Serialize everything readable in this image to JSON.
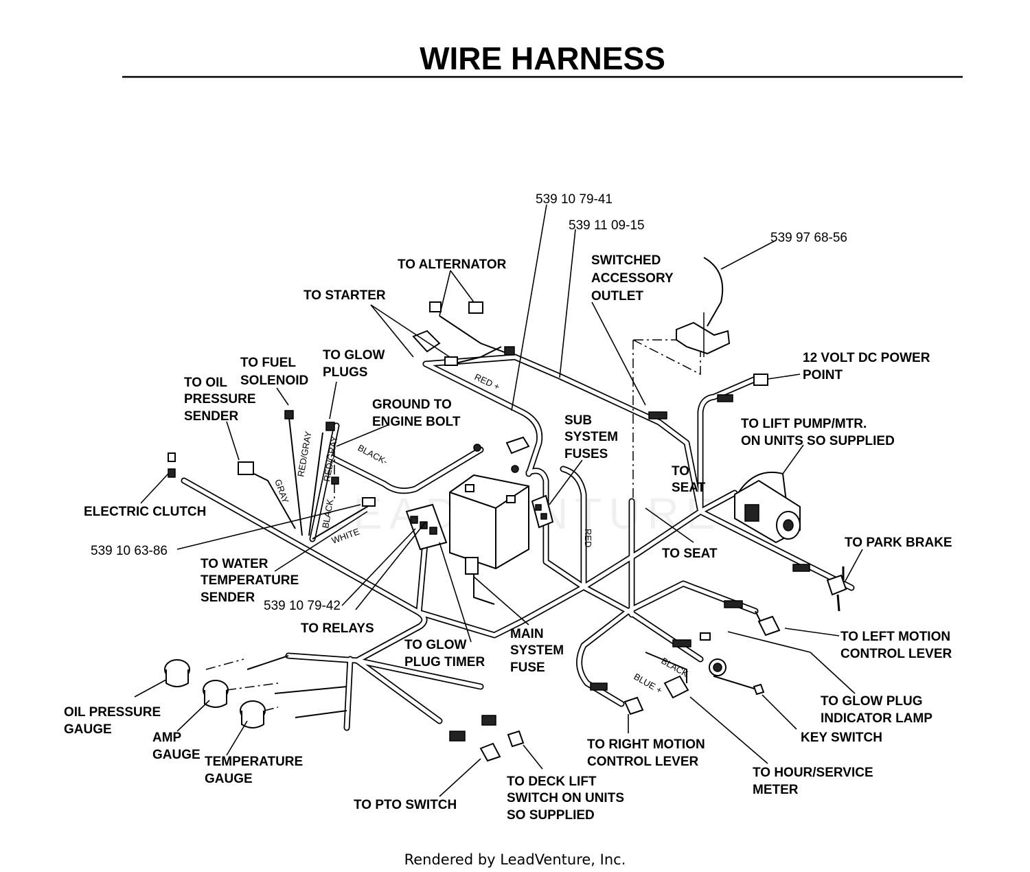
{
  "title": "WIRE HARNESS",
  "footer": "Rendered by LeadVenture, Inc.",
  "watermark": "LEADVENTURE",
  "part_numbers": {
    "p1": "539 10 79-41",
    "p2": "539 11 09-15",
    "p3": "539 97 68-56",
    "p4": "539 10 63-86",
    "p5": "539 10 79-42"
  },
  "labels": {
    "to_alternator": "TO ALTERNATOR",
    "to_starter": "TO STARTER",
    "switched_1": "SWITCHED",
    "switched_2": "ACCESSORY",
    "switched_3": "OUTLET",
    "fuel_1": "TO FUEL",
    "fuel_2": "SOLENOID",
    "glow_1": "TO GLOW",
    "glow_2": "PLUGS",
    "oil_1": "TO OIL",
    "oil_2": "PRESSURE",
    "oil_3": "SENDER",
    "ground_1": "GROUND TO",
    "ground_2": "ENGINE BOLT",
    "volt_1": "12 VOLT DC POWER",
    "volt_2": "POINT",
    "sub_1": "SUB",
    "sub_2": "SYSTEM",
    "sub_3": "FUSES",
    "pump_1": "TO LIFT PUMP/MTR.",
    "pump_2": "ON UNITS SO SUPPLIED",
    "to_seat_a_1": "TO",
    "to_seat_a_2": "SEAT",
    "electric_clutch": "ELECTRIC CLUTCH",
    "to_park_brake": "TO PARK BRAKE",
    "to_seat_b": "TO SEAT",
    "water_1": "TO WATER",
    "water_2": "TEMPERATURE",
    "water_3": "SENDER",
    "to_relays": "TO RELAYS",
    "left_1": "TO LEFT MOTION",
    "left_2": "CONTROL LEVER",
    "glow_timer_1": "TO GLOW",
    "glow_timer_2": "PLUG TIMER",
    "main_1": "MAIN",
    "main_2": "SYSTEM",
    "main_3": "FUSE",
    "indicator_1": "TO GLOW PLUG",
    "indicator_2": "INDICATOR LAMP",
    "oil_gauge_1": "OIL PRESSURE",
    "oil_gauge_2": "GAUGE",
    "amp_1": "AMP",
    "amp_2": "GAUGE",
    "temp_1": "TEMPERATURE",
    "temp_2": "GAUGE",
    "key_switch": "KEY SWITCH",
    "right_1": "TO RIGHT MOTION",
    "right_2": "CONTROL LEVER",
    "hour_1": "TO HOUR/SERVICE",
    "hour_2": "METER",
    "deck_1": "TO DECK LIFT",
    "deck_2": "SWITCH ON UNITS",
    "deck_3": "SO SUPPLIED",
    "to_pto": "TO PTO SWITCH"
  },
  "wire_colors": {
    "red_plus": "RED +",
    "black_minus": "BLACK-",
    "red_gray_1": "RED/GRAY",
    "red_gray_2": "RED/GRAY",
    "gray": "GRAY",
    "black_a": "BLACK",
    "white": "WHITE",
    "red": "RED",
    "black_b": "BLACK",
    "blue_plus": "BLUE +"
  }
}
